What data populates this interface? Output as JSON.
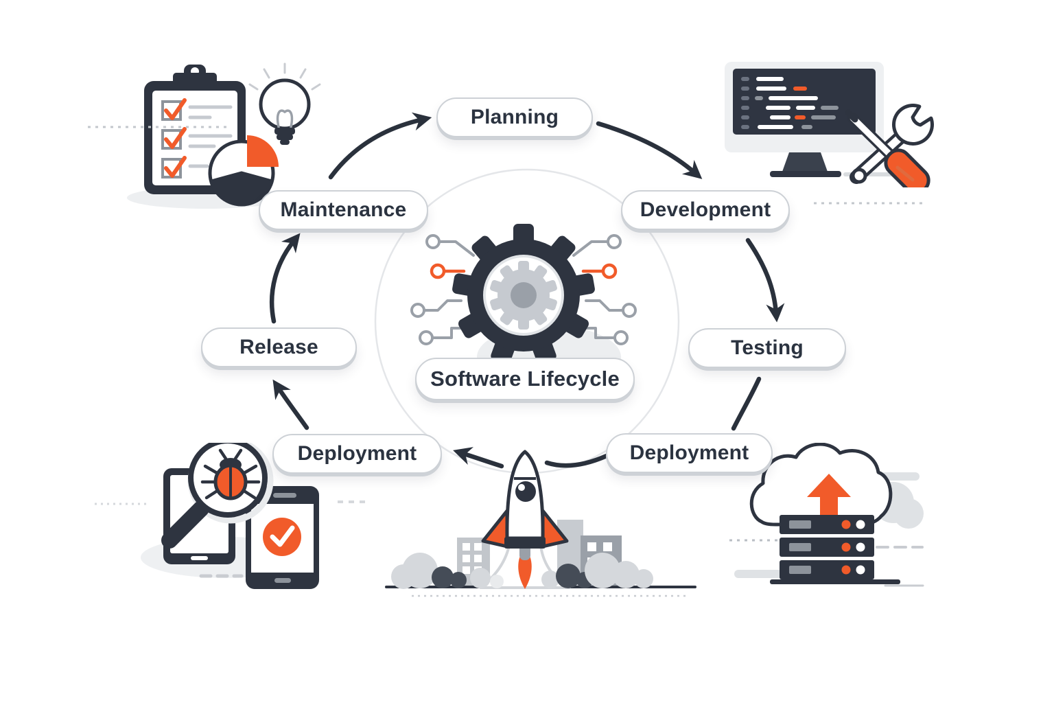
{
  "title": "Software Lifecycle",
  "center": {
    "label": "Software Lifecycle",
    "icon": "gear-circuit-icon"
  },
  "stages": [
    {
      "id": "planning",
      "label": "Planning"
    },
    {
      "id": "development",
      "label": "Development"
    },
    {
      "id": "testing",
      "label": "Testing"
    },
    {
      "id": "deployment-right",
      "label": "Deployment"
    },
    {
      "id": "deployment-left",
      "label": "Deployment"
    },
    {
      "id": "release",
      "label": "Release"
    },
    {
      "id": "maintenance",
      "label": "Maintenance"
    }
  ],
  "flow": [
    "Planning",
    "Development",
    "Testing",
    "Deployment",
    "Deployment",
    "Release",
    "Maintenance"
  ],
  "illustrations": {
    "top_left": {
      "icons": [
        "clipboard-checklist-icon",
        "idea-lightbulb-icon",
        "pie-chart-icon"
      ]
    },
    "top_right": {
      "icons": [
        "code-monitor-icon",
        "wrench-icon",
        "screwdriver-icon"
      ]
    },
    "bottom_right": {
      "icons": [
        "cloud-upload-icon",
        "server-stack-icon"
      ]
    },
    "bottom_center": {
      "icons": [
        "rocket-launch-icon",
        "city-buildings-icon",
        "smoke-clouds-icon"
      ]
    },
    "bottom_left": {
      "icons": [
        "bug-magnifier-icon",
        "tablet-icon",
        "smartphone-check-icon"
      ]
    }
  },
  "colors": {
    "accent": "#f15b2a",
    "ink": "#2b3340",
    "dark": "#2e3440",
    "gray": "#9aa0a8",
    "light_gray": "#d9dcdf",
    "background": "#ffffff"
  }
}
